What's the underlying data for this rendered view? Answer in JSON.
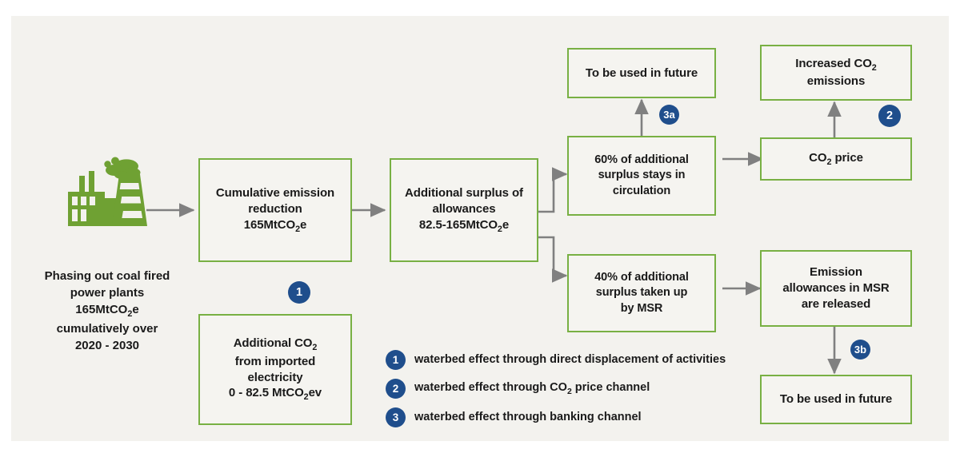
{
  "colors": {
    "panel_bg": "#f3f2ee",
    "box_border": "#78b043",
    "box_fill": "#f5f4f0",
    "badge_blue": "#1f4e8c",
    "icon_green": "#6fa133",
    "arrow_gray": "#808080",
    "text": "#1a1a1a"
  },
  "source": {
    "icon": "coal-power-plant-icon",
    "caption_lines": [
      "Phasing out coal fired",
      "power plants",
      "165MtCO₂e",
      "cumulatively over",
      "2020 - 2030"
    ]
  },
  "boxes": {
    "cumulative_reduction": {
      "lines": [
        "Cumulative emission",
        "reduction",
        "165MtCO₂e"
      ]
    },
    "additional_co2_imported": {
      "lines": [
        "Additional CO₂",
        "from imported",
        "electricity",
        "0 - 82.5 MtCO₂ev"
      ]
    },
    "additional_surplus": {
      "lines": [
        "Additional surplus of",
        "allowances",
        "82.5-165MtCO₂e"
      ]
    },
    "sixty_percent": {
      "lines": [
        "60% of additional",
        "surplus stays in",
        "circulation"
      ]
    },
    "forty_percent": {
      "lines": [
        "40% of additional",
        "surplus taken up",
        "by MSR"
      ]
    },
    "future_top": {
      "lines": [
        "To be used in future"
      ]
    },
    "increased_emissions": {
      "lines": [
        "Increased CO₂",
        "emissions"
      ]
    },
    "co2_price": {
      "lines": [
        "CO₂ price"
      ]
    },
    "msr_released": {
      "lines": [
        "Emission",
        "allowances in MSR",
        "are released"
      ]
    },
    "future_bottom": {
      "lines": [
        "To be used in future"
      ]
    }
  },
  "badges": {
    "one": "1",
    "two": "2",
    "three_a": "3a",
    "three_b": "3b"
  },
  "legend": {
    "items": [
      {
        "num": "1",
        "text": "waterbed effect through direct displacement of activities"
      },
      {
        "num": "2",
        "text": "waterbed effect through CO₂ price channel"
      },
      {
        "num": "3",
        "text": "waterbed effect through banking channel"
      }
    ]
  }
}
